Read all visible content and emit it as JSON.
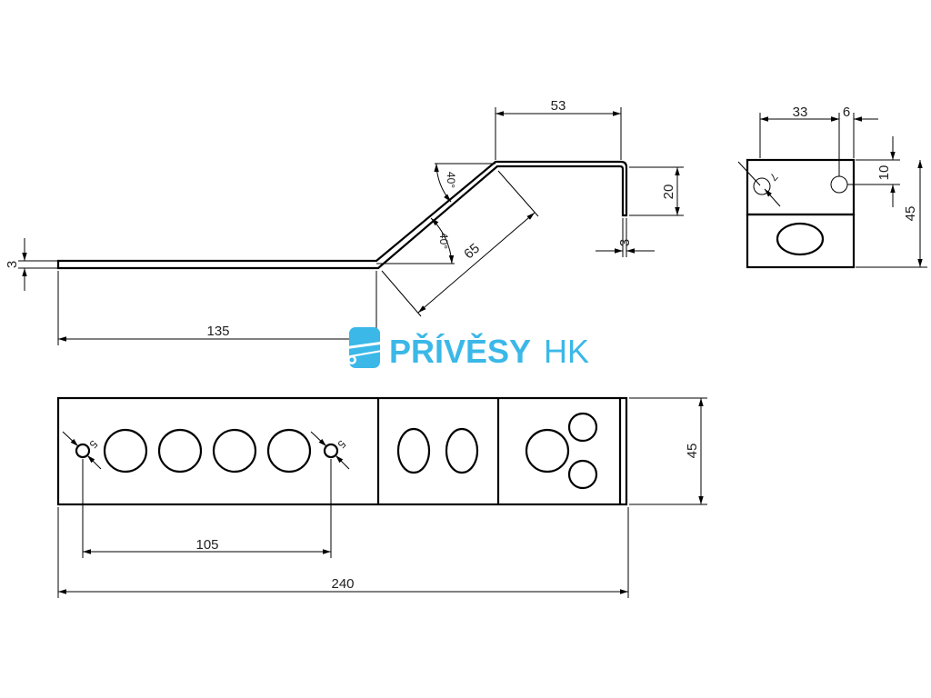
{
  "brand": {
    "name": "PŘÍVĚSY",
    "suffix": "HK",
    "color": "#3bb8e8"
  },
  "dimensions": {
    "side_thickness": "3",
    "side_base_length": "135",
    "side_slope_angle_top": "40°",
    "side_slope_angle_bottom": "40°",
    "side_slope_length": "65",
    "side_top_length": "53",
    "side_drop_height": "20",
    "side_end_thickness": "3",
    "end_width": "33",
    "end_hole_offset": "6",
    "end_hole_vertical": "10",
    "end_height": "45",
    "end_hole_diameter": "7",
    "plan_hole_spacing": "105",
    "plan_total_length": "240",
    "plan_height": "45",
    "plan_left_hole_diameter": "5",
    "plan_right_hole_diameter": "5"
  }
}
